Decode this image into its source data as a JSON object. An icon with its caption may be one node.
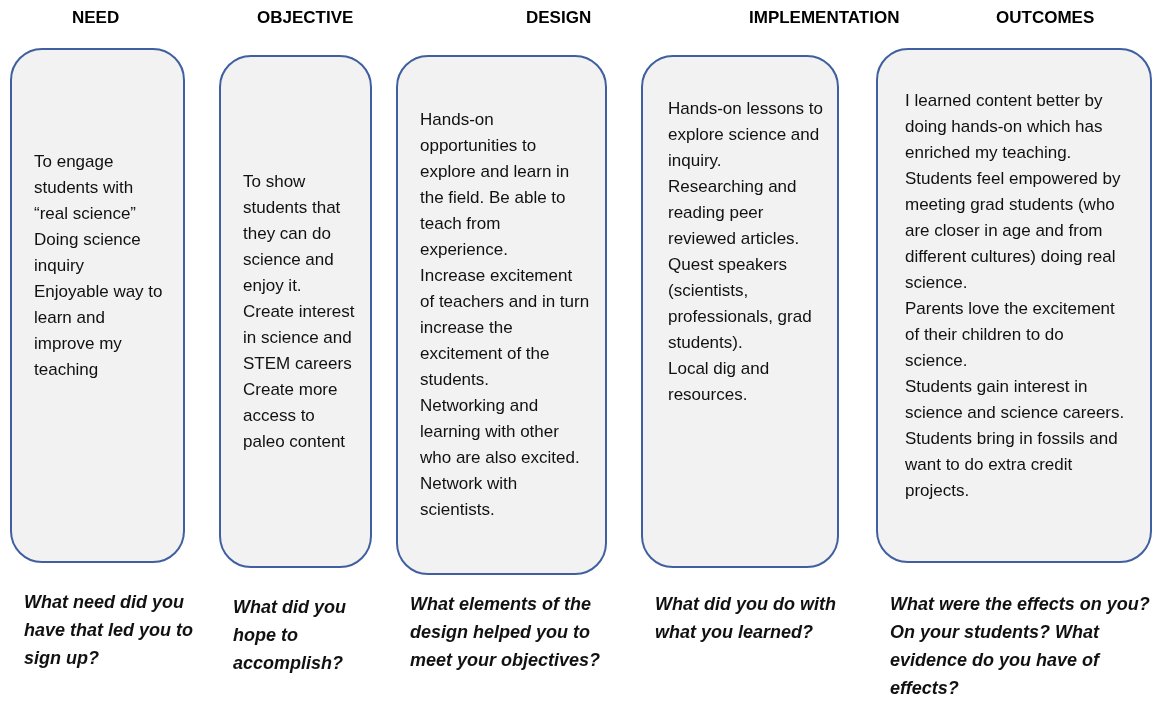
{
  "diagram": {
    "nodes": [
      {
        "text": [
          "NEED",
          "To engage students with “real science”",
          "Doing science inquiry",
          "Enjoyable way to learn and improve my teaching"
        ],
        "beside": [
          "What need did you have that led you to sign up?"
        ]
      },
      {
        "text": [
          "OBJECTIVE",
          "To show students that they can do science and enjoy it.",
          "Create interest in science and STEM careers",
          "Create more access to paleo content"
        ],
        "beside": [
          "What did you hope to accomplish?"
        ]
      },
      {
        "text": [
          "DESIGN",
          "Hands-on opportunities to explore and learn in the field. Be able to teach from experience.",
          "Increase excitement of teachers and in turn increase the excitement of the students.",
          "Networking and learning with other who are also excited.",
          "Network with scientists."
        ],
        "beside": [
          "What elements of the design helped you to meet your objectives?"
        ]
      },
      {
        "text": [
          "IMPLEMENTATION",
          "Hands-on lessons to explore science and inquiry.",
          "Researching and reading peer reviewed articles.",
          "Quest speakers (scientists, professionals, grad students).",
          "Local dig and resources."
        ],
        "beside": [
          "What did you do with what you learned?"
        ]
      },
      {
        "text": [
          "OUTCOMES",
          "I learned content better by doing hands-on which has enriched my teaching.",
          "Students feel empowered by meeting grad students (who are closer in age and from different cultures) doing real science.",
          "Parents love the excitement of their children to do science.",
          "Students gain interest in science and science careers.",
          "Students bring in fossils and want to do extra credit projects."
        ],
        "beside": [
          "What were the effects on you? On your students? What evidence do you have of effects?"
        ]
      }
    ]
  }
}
